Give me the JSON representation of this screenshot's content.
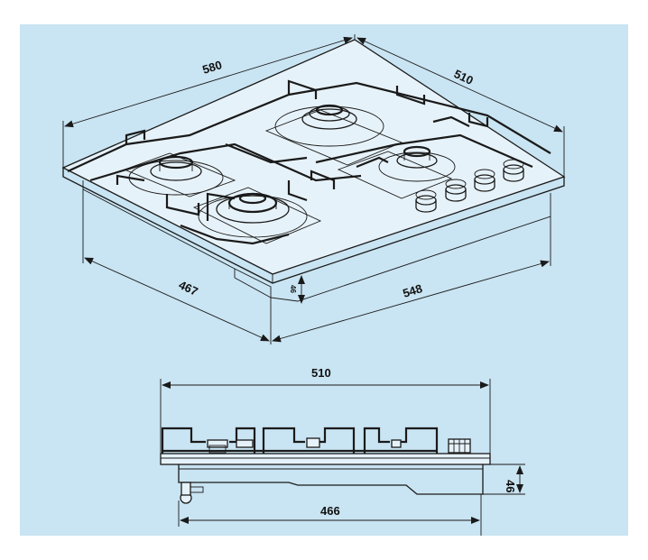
{
  "colors": {
    "panel_background": "#c9e4f2",
    "line": "#1a1a1a",
    "page_background": "#ffffff"
  },
  "iso_view": {
    "dim_width_top": "580",
    "dim_depth_top": "510",
    "dim_depth_bottom": "467",
    "dim_width_bottom": "548",
    "dim_thickness": "46"
  },
  "side_view": {
    "dim_top_width": "510",
    "dim_bottom_width": "466",
    "dim_height": "46"
  }
}
